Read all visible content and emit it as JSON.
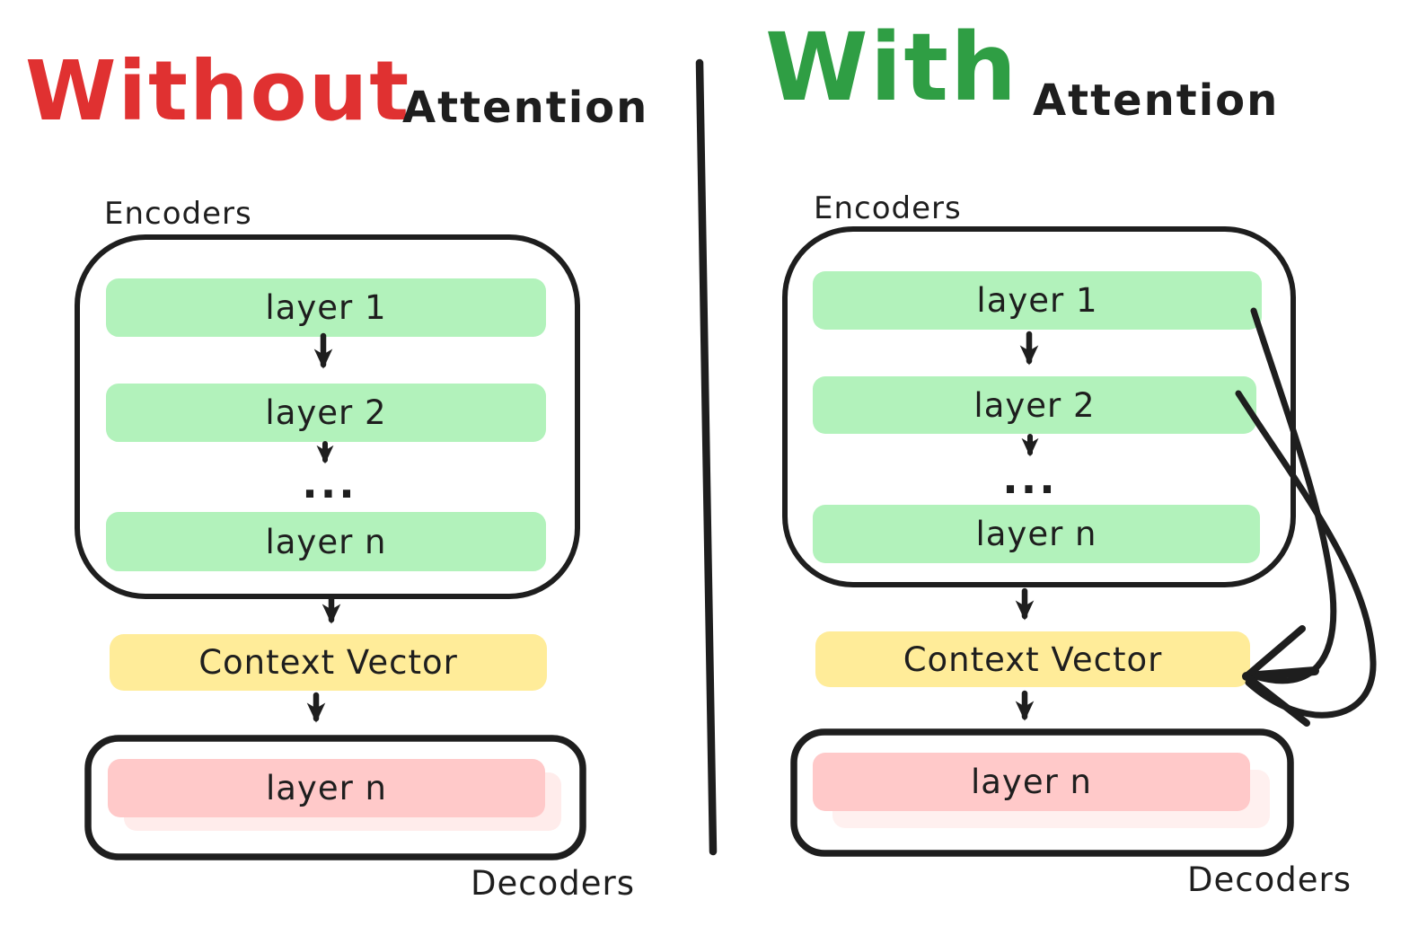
{
  "colors": {
    "ink": "#1e1e1e",
    "layer_green": "#b2f2bb",
    "context_yellow": "#ffec99",
    "decoder_pink": "#ffc9c9",
    "decoder_pink_shadow": "#ffeceb",
    "without_red": "#e03131",
    "with_green": "#2f9e44"
  },
  "left_panel": {
    "title_emphasis": "Without",
    "title_rest": "Attention",
    "encoders_label": "Encoders",
    "layers": [
      "layer 1",
      "layer 2",
      "layer n"
    ],
    "ellipsis": "...",
    "context_vector_label": "Context Vector",
    "decoder_layer_label": "layer n",
    "decoders_label": "Decoders"
  },
  "right_panel": {
    "title_emphasis": "With",
    "title_rest": "Attention",
    "encoders_label": "Encoders",
    "layers": [
      "layer 1",
      "layer 2",
      "layer n"
    ],
    "ellipsis": "...",
    "context_vector_label": "Context Vector",
    "decoder_layer_label": "layer n",
    "decoders_label": "Decoders"
  }
}
